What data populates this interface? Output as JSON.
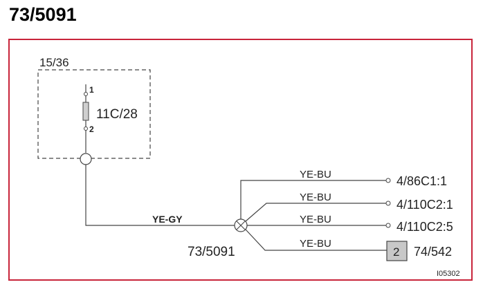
{
  "title": "73/5091",
  "colors": {
    "frame_border": "#c8243a",
    "line": "#444444",
    "connector_fill": "#c8c8c8"
  },
  "component": {
    "label": "15/36",
    "fuse_label": "11C/28",
    "pin_top": "1",
    "pin_bottom": "2"
  },
  "main_wire": {
    "color_code": "YE-GY"
  },
  "splice": {
    "label": "73/5091"
  },
  "branches": [
    {
      "wire": "YE-BU",
      "destination": "4/86C1:1"
    },
    {
      "wire": "YE-BU",
      "destination": "4/110C2:1"
    },
    {
      "wire": "YE-BU",
      "destination": "4/110C2:5"
    },
    {
      "wire": "YE-BU",
      "destination": "74/542",
      "connector_pin": "2"
    }
  ],
  "image_ref": "I05302"
}
